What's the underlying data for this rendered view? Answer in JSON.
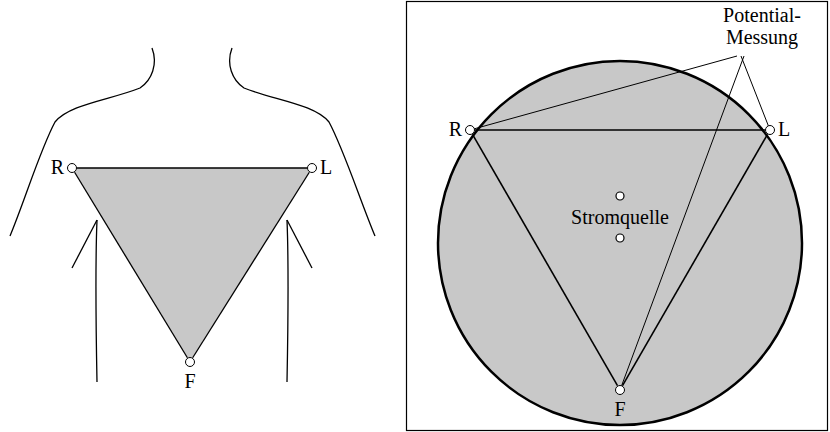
{
  "diagram": {
    "nodes": [
      {
        "text": [
          "R"
        ]
      },
      {
        "text": [
          "L"
        ]
      },
      {
        "text": [
          "F"
        ]
      },
      {
        "text": [
          "R"
        ]
      },
      {
        "text": [
          "L"
        ]
      },
      {
        "text": [
          "F"
        ]
      }
    ],
    "edges": [
      {
        "from": 0,
        "to": 1,
        "arrow": "none"
      },
      {
        "from": 1,
        "to": 2,
        "arrow": "none"
      },
      {
        "from": 2,
        "to": 0,
        "arrow": "none"
      },
      {
        "from": 3,
        "to": 4,
        "arrow": "none"
      },
      {
        "from": 4,
        "to": 5,
        "arrow": "none"
      },
      {
        "from": 5,
        "to": 3,
        "arrow": "none"
      }
    ],
    "labels": [
      "Stromquelle",
      "Potential- Messung"
    ]
  }
}
